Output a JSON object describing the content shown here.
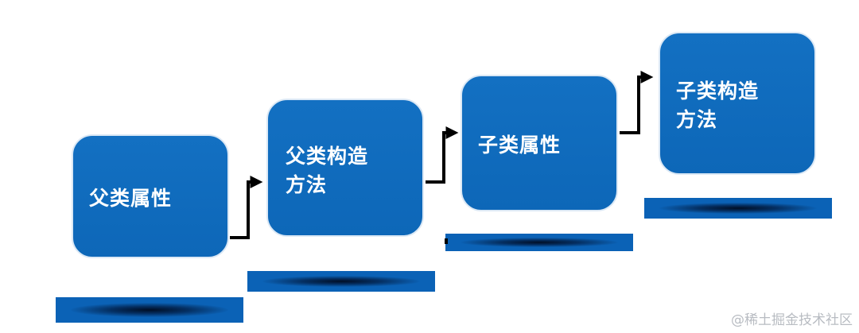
{
  "steps": [
    {
      "label": "父类属性"
    },
    {
      "label_line1": "父类构造",
      "label_line2": "方法"
    },
    {
      "label": "子类属性"
    },
    {
      "label_line1": "子类构造",
      "label_line2": "方法"
    }
  ],
  "colors": {
    "box": "#0f6cbd",
    "shelf": "#0b62b6",
    "arrow": "#000000"
  },
  "watermark": "@稀土掘金技术社区"
}
